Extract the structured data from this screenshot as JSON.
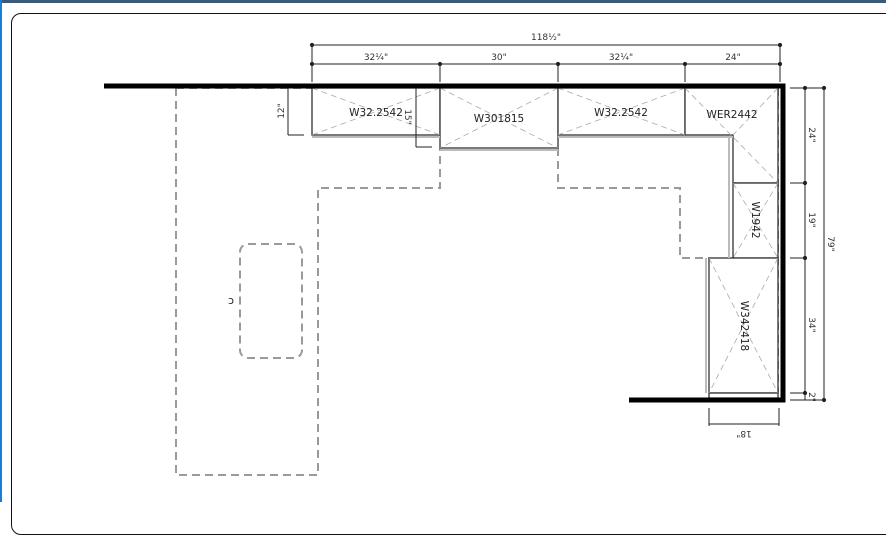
{
  "plan": {
    "dimensions": {
      "overall_width": "118½\"",
      "top_segments": [
        "32¼\"",
        "30\"",
        "32¼\"",
        "24\""
      ],
      "side_segments": [
        "24\"",
        "19\"",
        "34\"",
        "2\""
      ],
      "overall_depth": "79\"",
      "bottom_depth": "18\"",
      "left_depth": "12\"",
      "tall_depth": "15\""
    },
    "cabinets": [
      "W32.2542",
      "W301815",
      "W32.2542",
      "WER2442",
      "W1942",
      "W342418"
    ]
  }
}
